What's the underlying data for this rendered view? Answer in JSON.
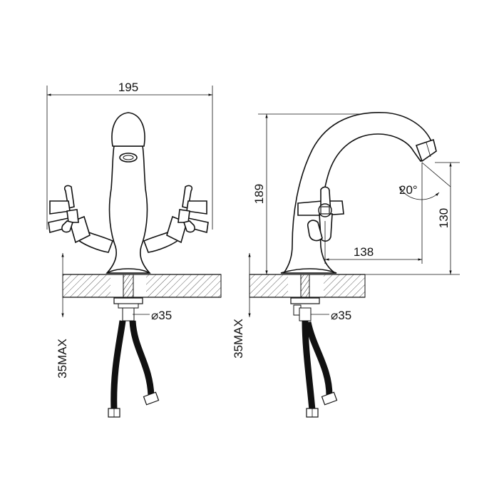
{
  "dimensions": {
    "overall_width": "195",
    "overall_height": "189",
    "spout_reach": "138",
    "spout_height": "130",
    "spout_angle": "20°",
    "hole_diameter_front": "⌀35",
    "hole_diameter_side": "⌀35",
    "max_deck_thickness_front": "35MAX",
    "max_deck_thickness_side": "35MAX"
  }
}
